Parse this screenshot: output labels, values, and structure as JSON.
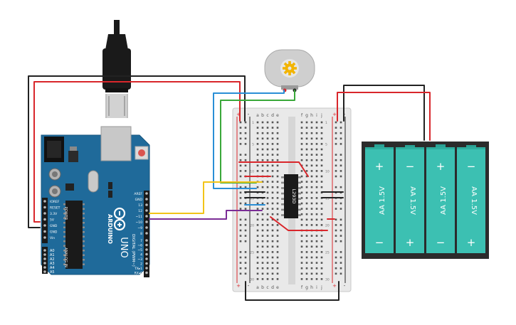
{
  "arduino": {
    "brand": "ARDUINO",
    "model": "UNO",
    "header_digital": "DIGITAL (PWM~)",
    "header_power": "POWER",
    "header_analog": "ANALOG IN",
    "left_pins": [
      "IOREF",
      "RESET",
      "3.3V",
      "5V",
      "GND",
      "GND",
      "Vin"
    ],
    "analog_pins": [
      "A0",
      "A1",
      "A2",
      "A3",
      "A4",
      "A5"
    ],
    "top_pins": [
      "AREF",
      "GND",
      "13",
      "12",
      "~11",
      "~10",
      "~9",
      "8"
    ],
    "bottom_pins": [
      "7",
      "~6",
      "~5",
      "4",
      "~3",
      "2",
      "TX▸1",
      "RX◂0"
    ]
  },
  "breadboard": {
    "cols_left": [
      "a",
      "b",
      "c",
      "d",
      "e"
    ],
    "cols_right": [
      "f",
      "g",
      "h",
      "i",
      "j"
    ],
    "row_numbers": [
      "1",
      "5",
      "10",
      "15",
      "20",
      "25",
      "30"
    ],
    "rail_plus": "+",
    "rail_minus": "-"
  },
  "chip": {
    "label": "L293D"
  },
  "battery": {
    "cells": [
      {
        "label": "AA 1.5V"
      },
      {
        "label": "AA 1.5V"
      },
      {
        "label": "AA 1.5V"
      },
      {
        "label": "AA 1.5V"
      }
    ],
    "plus": "+",
    "minus": "−"
  },
  "colors": {
    "arduino_board": "#1f6a9a",
    "breadboard": "#e9e9e9",
    "battery_case": "#2b2b2b",
    "battery_cell": "#3cc0b2",
    "wire_red": "#d9262b",
    "wire_black": "#222222",
    "wire_yellow": "#f2c418",
    "wire_blue": "#2a8fd6",
    "wire_green": "#3aa83a",
    "wire_purple": "#7b2d96",
    "motor_gear": "#f2b400"
  }
}
